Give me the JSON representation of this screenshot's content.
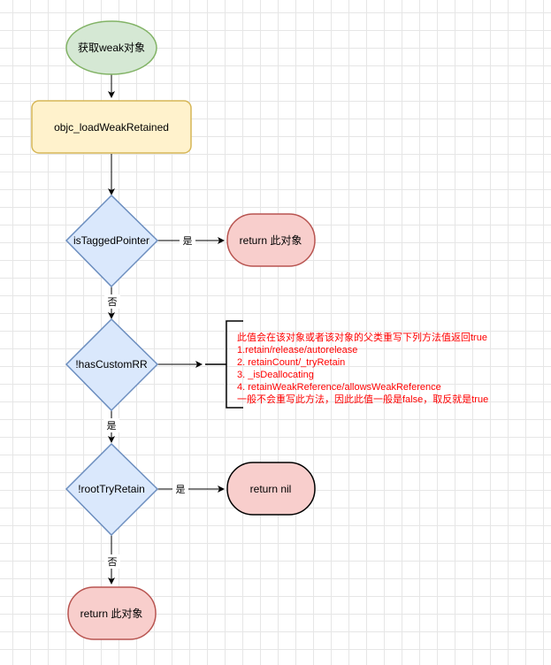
{
  "colors": {
    "start_fill": "#d5e8d4",
    "start_stroke": "#82b366",
    "process_fill": "#fff2cc",
    "process_stroke": "#d6b656",
    "decision_fill": "#dae8fc",
    "decision_stroke": "#6c8ebf",
    "terminal_fill": "#f8cecc",
    "terminal_stroke": "#b85450",
    "note_text": "#ff0000",
    "edge": "#000000"
  },
  "nodes": {
    "start": "获取weak对象",
    "load_retained": "objc_loadWeakRetained",
    "is_tagged_pointer": "isTaggedPointer",
    "return_tagged": "return 此对象",
    "has_custom_rr": "!hasCustomRR",
    "root_try_retain": "!rootTryRetain",
    "return_nil": "return nil",
    "return_final": "return 此对象"
  },
  "edges": {
    "tagged_yes": "是",
    "tagged_no": "否",
    "custom_yes": "是",
    "retain_yes": "是",
    "retain_no": "否"
  },
  "note": {
    "lines": [
      "此值会在该对象或者该对象的父类重写下列方法值返回true",
      "1.retain/release/autorelease",
      "2. retainCount/_tryRetain",
      "3. _isDeallocating",
      "4. retainWeakReference/allowsWeakReference",
      "一般不会重写此方法，因此此值一般是false，取反就是true"
    ]
  }
}
